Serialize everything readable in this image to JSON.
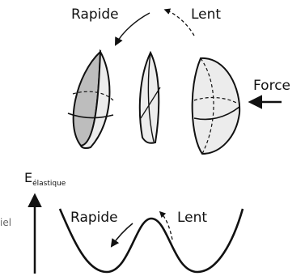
{
  "top": {
    "fast_label": "Rapide",
    "slow_label": "Lent",
    "force_label": "Force"
  },
  "energy": {
    "axis_letter": "E",
    "axis_subscript": "élastique",
    "fast_label": "Rapide",
    "slow_label": "Lent"
  },
  "cutoff_text": "iel",
  "colors": {
    "stroke": "#111111",
    "left_shade": "#b9b9b9",
    "light_fill": "#e6e6e6"
  }
}
